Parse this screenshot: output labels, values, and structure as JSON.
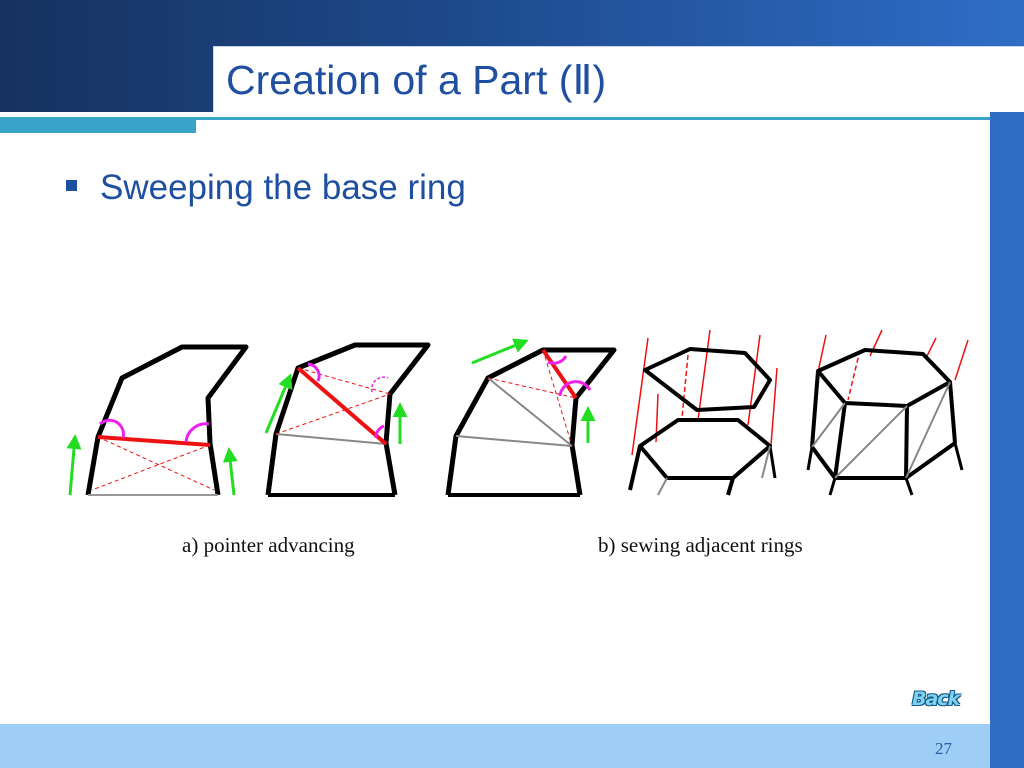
{
  "slide": {
    "title": "Creation of a Part (Ⅱ)",
    "bullet": "Sweeping the base ring",
    "caption_a": "a) pointer advancing",
    "caption_b": "b) sewing adjacent rings",
    "back_label": "Back",
    "page_number": "27"
  },
  "colors": {
    "header_dark": "#16325f",
    "header_light": "#2f6dc7",
    "accent_teal": "#3aa3c9",
    "text_blue": "#1f4fa0",
    "footer": "#9ecdf6",
    "arrow_green": "#22dd22",
    "edge_red": "#ee1111",
    "angle_magenta": "#ee22ee"
  }
}
